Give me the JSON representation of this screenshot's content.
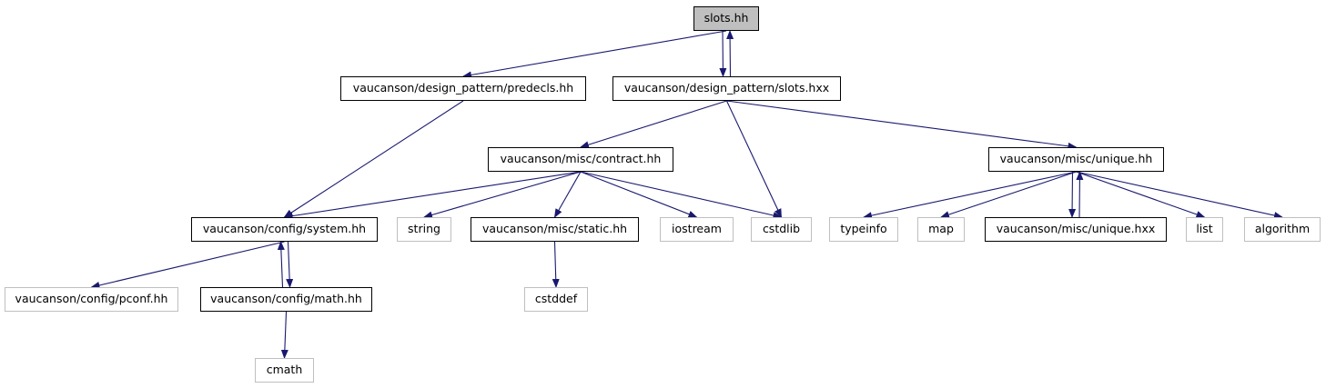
{
  "colors": {
    "edge": "#191970",
    "local_border": "#000000",
    "external_border": "#bfbfbf",
    "root_fill": "#bfbfbf"
  },
  "nodes": {
    "slots_hh": "slots.hh",
    "predecls": "vaucanson/design_pattern/predecls.hh",
    "slots_hxx": "vaucanson/design_pattern/slots.hxx",
    "contract": "vaucanson/misc/contract.hh",
    "unique": "vaucanson/misc/unique.hh",
    "system": "vaucanson/config/system.hh",
    "string": "string",
    "static": "vaucanson/misc/static.hh",
    "iostream": "iostream",
    "cstdlib": "cstdlib",
    "typeinfo": "typeinfo",
    "map": "map",
    "unique_hxx": "vaucanson/misc/unique.hxx",
    "list": "list",
    "algorithm": "algorithm",
    "pconf": "vaucanson/config/pconf.hh",
    "math": "vaucanson/config/math.hh",
    "cstddef": "cstddef",
    "cmath": "cmath"
  },
  "edges": [
    {
      "from": "slots_hh",
      "to": "predecls"
    },
    {
      "from": "slots_hh",
      "to": "slots_hxx"
    },
    {
      "from": "slots_hxx",
      "to": "slots_hh"
    },
    {
      "from": "predecls",
      "to": "system"
    },
    {
      "from": "slots_hxx",
      "to": "contract"
    },
    {
      "from": "slots_hxx",
      "to": "cstdlib"
    },
    {
      "from": "slots_hxx",
      "to": "unique"
    },
    {
      "from": "contract",
      "to": "system"
    },
    {
      "from": "contract",
      "to": "string"
    },
    {
      "from": "contract",
      "to": "static"
    },
    {
      "from": "contract",
      "to": "iostream"
    },
    {
      "from": "contract",
      "to": "cstdlib"
    },
    {
      "from": "unique",
      "to": "typeinfo"
    },
    {
      "from": "unique",
      "to": "map"
    },
    {
      "from": "unique",
      "to": "unique_hxx"
    },
    {
      "from": "unique_hxx",
      "to": "unique"
    },
    {
      "from": "unique",
      "to": "list"
    },
    {
      "from": "unique",
      "to": "algorithm"
    },
    {
      "from": "system",
      "to": "pconf"
    },
    {
      "from": "system",
      "to": "math"
    },
    {
      "from": "math",
      "to": "system"
    },
    {
      "from": "static",
      "to": "cstddef"
    },
    {
      "from": "math",
      "to": "cmath"
    }
  ]
}
